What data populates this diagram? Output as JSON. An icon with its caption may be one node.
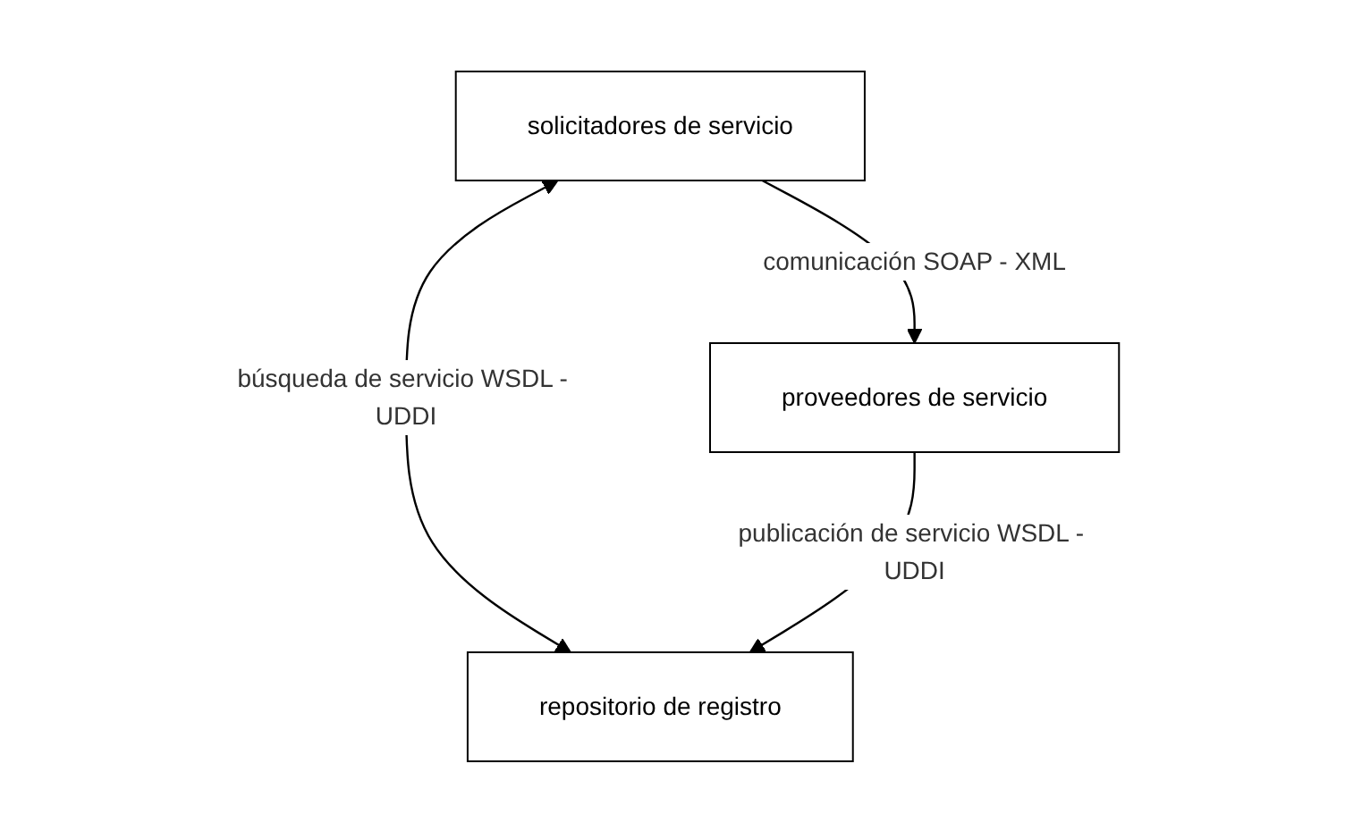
{
  "diagram": {
    "nodes": [
      {
        "text": [
          "repositorio de registro"
        ]
      },
      {
        "text": [
          "solicitadores de servicio"
        ]
      },
      {
        "text": [
          "proveedores de servicio"
        ]
      }
    ],
    "edges": [
      {
        "from": 1,
        "to": 0,
        "arrow": "both",
        "label": "búsqueda de servicio WSDL - UDDI"
      },
      {
        "from": 2,
        "to": 0,
        "arrow": "to",
        "label": "publicación de servicio WSDL - UDDI"
      },
      {
        "from": 1,
        "to": 2,
        "arrow": "to",
        "label": "comunicación SOAP - XML"
      }
    ]
  }
}
